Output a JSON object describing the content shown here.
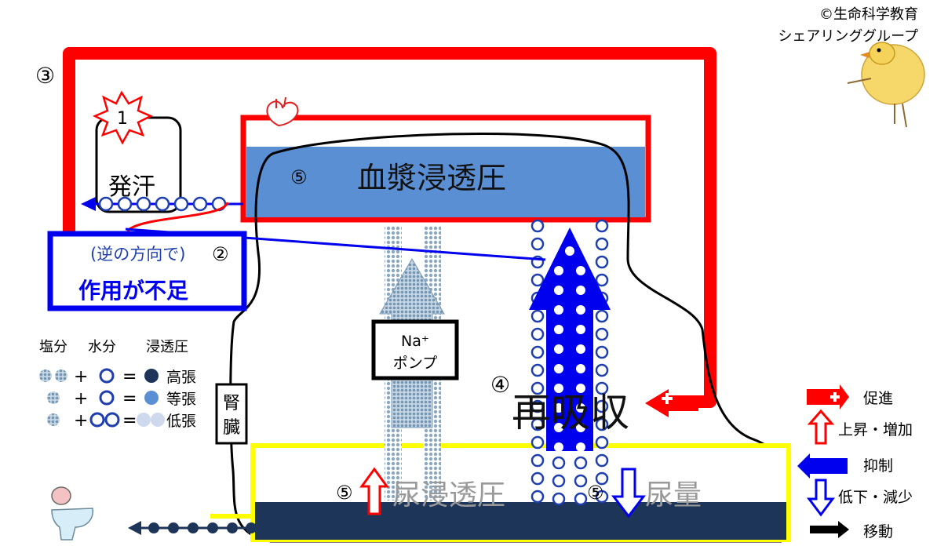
{
  "credit": {
    "line1": "©生命科学教育",
    "line2": "シェアリンググループ"
  },
  "steps": {
    "s1": "1",
    "s2": "②",
    "s3": "③",
    "s4": "④",
    "s5": "⑤"
  },
  "sweat": {
    "label": "発汗"
  },
  "plasma": {
    "label": "血漿浸透圧"
  },
  "deficiency": {
    "reverse": "(逆の方向で)",
    "main": "作用が不足"
  },
  "legend_left": {
    "salt": "塩分",
    "water": "水分",
    "osmotic": "浸透圧",
    "plus": "+",
    "equals": "=",
    "high": "高張",
    "iso": "等張",
    "low": "低張"
  },
  "na_pump": {
    "line1": "Na⁺",
    "line2": "ポンプ"
  },
  "kidney": {
    "line1": "腎",
    "line2": "臓"
  },
  "reabsorb": {
    "label": "再吸収"
  },
  "urine": {
    "osm": "尿浸透圧",
    "volume": "尿量"
  },
  "legend_right": {
    "promote": "促進",
    "rise": "上昇・増加",
    "inhibit": "抑制",
    "fall": "低下・減少",
    "move": "移動"
  },
  "colors": {
    "red": "#ff0000",
    "blue": "#0000ee",
    "plasma_blue": "#5b8fd4",
    "navy": "#1c3558",
    "yellow": "#ffff00",
    "dot_gray": "#a6bccf"
  }
}
